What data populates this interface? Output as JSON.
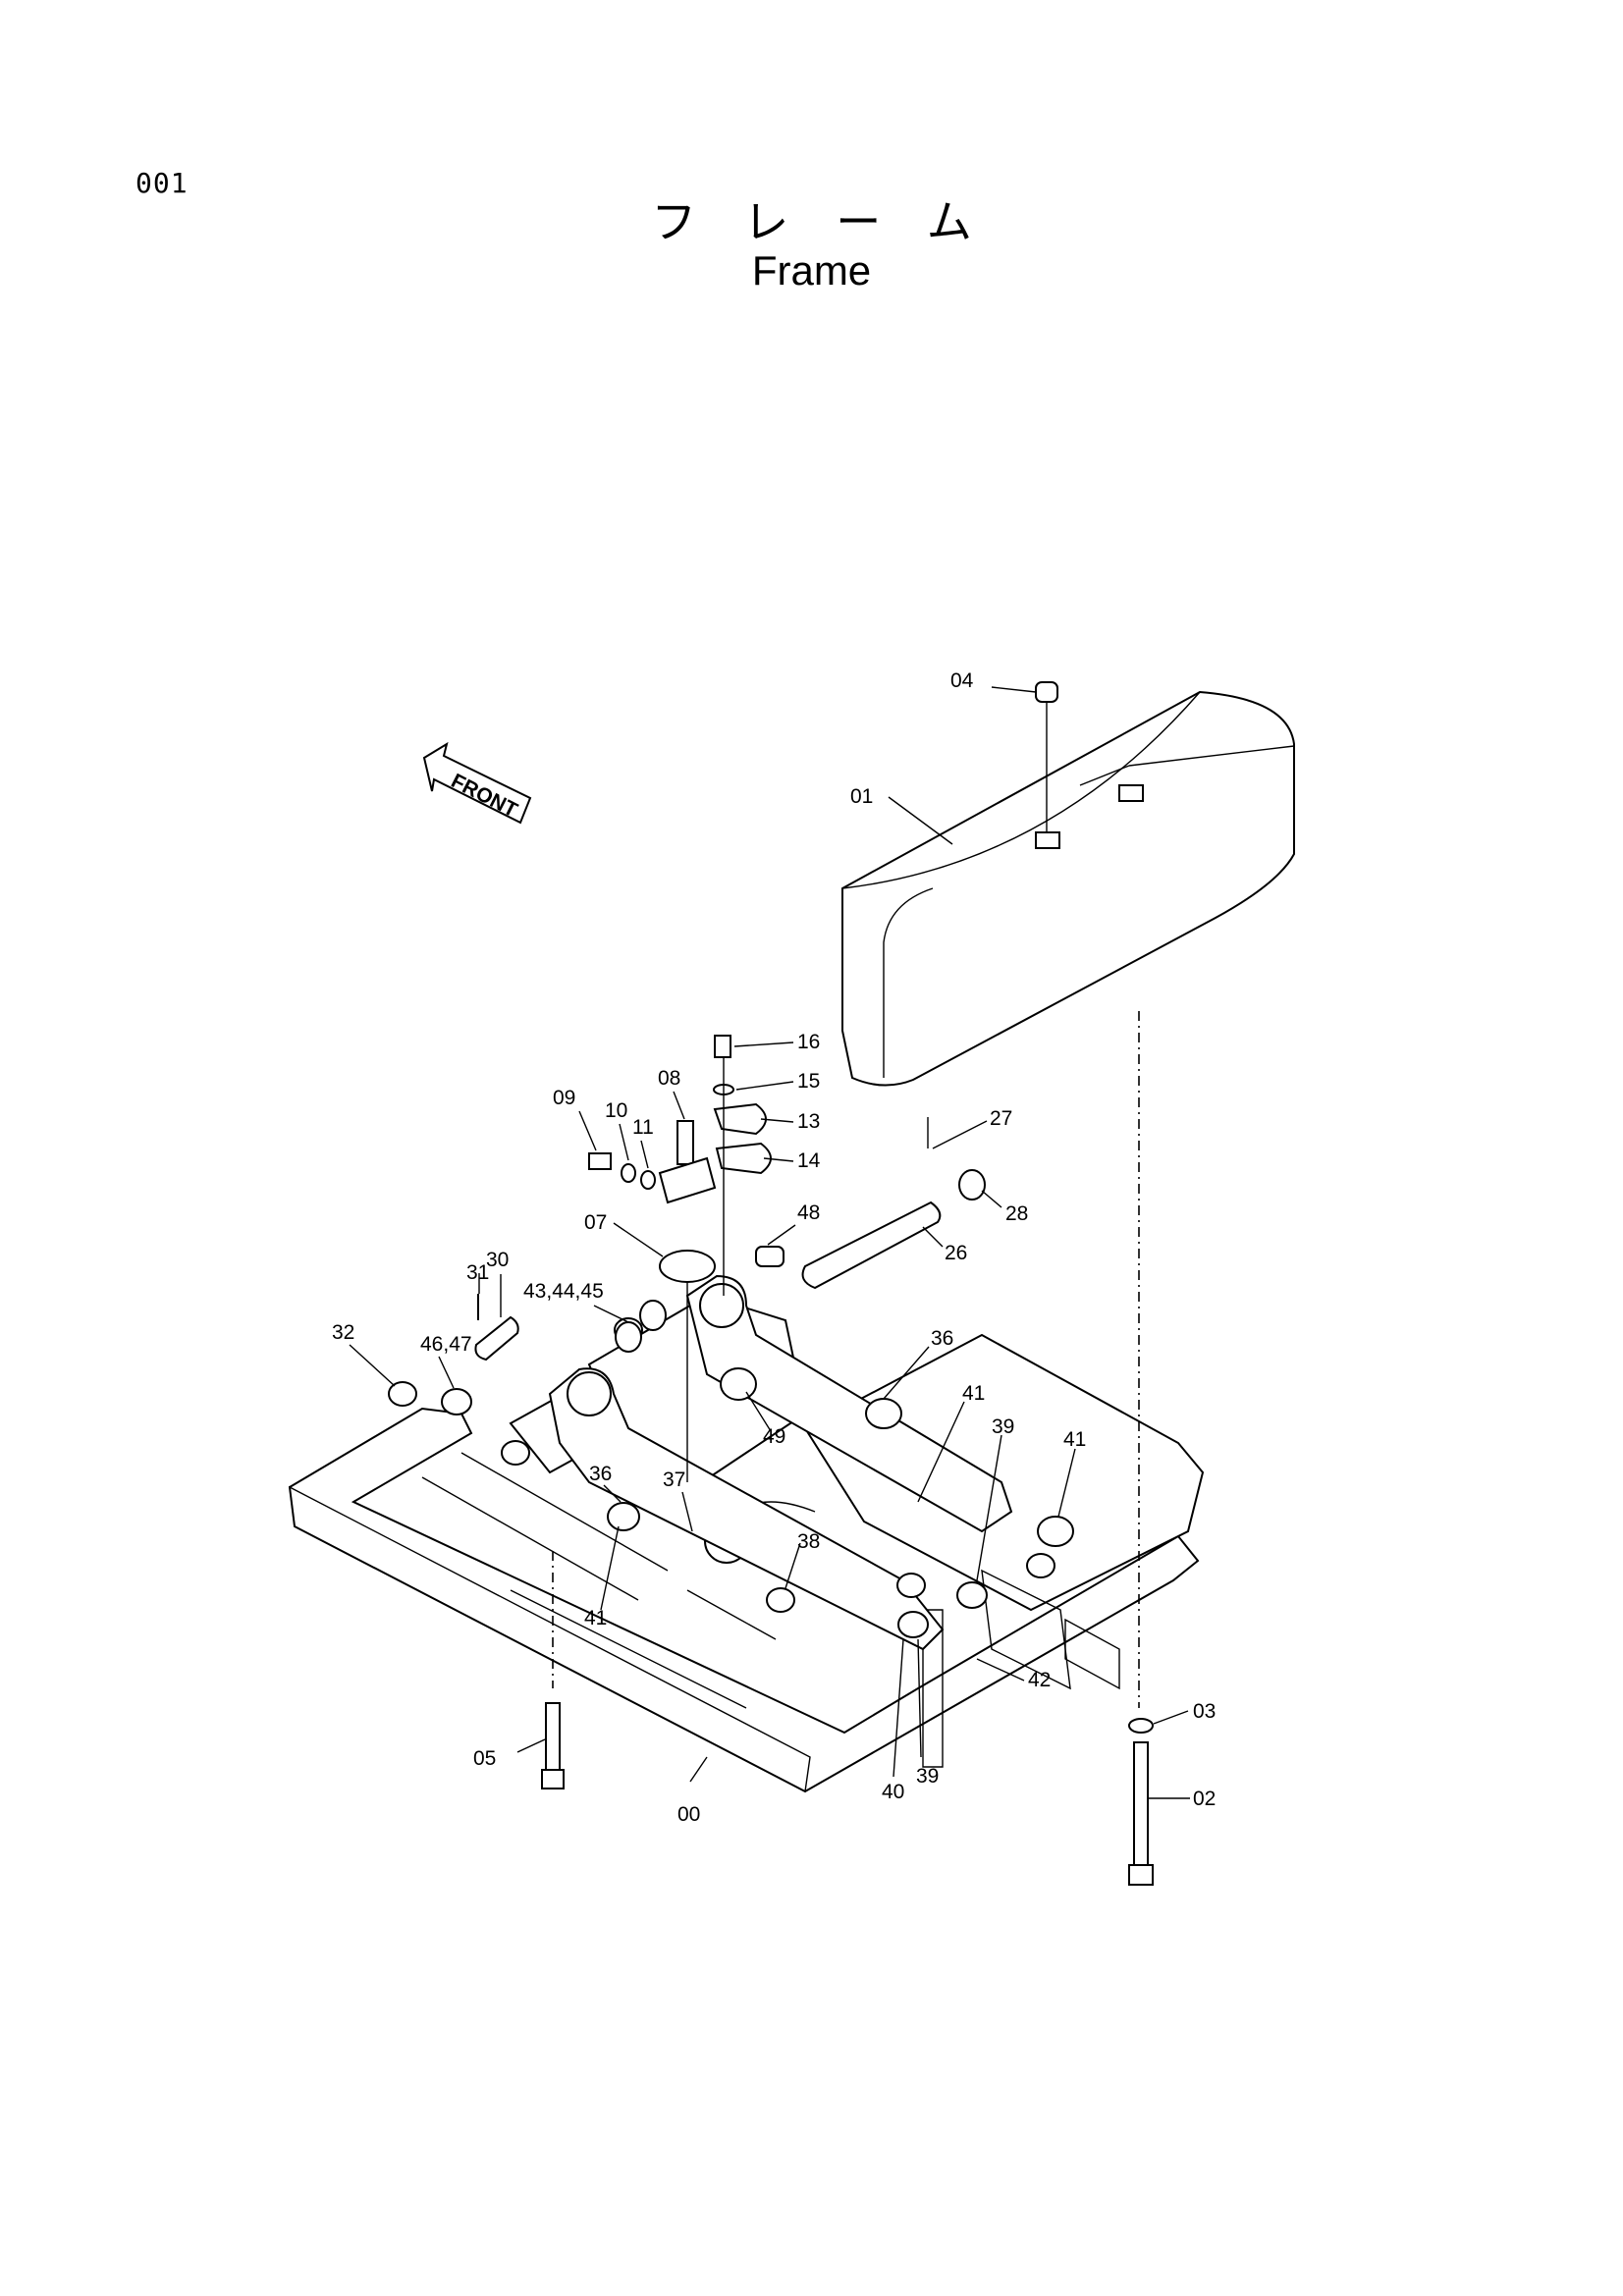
{
  "header": {
    "page_number": "001",
    "title_jp": "フレーム",
    "title_en": "Frame"
  },
  "front_arrow": {
    "label": "FRONT"
  },
  "callouts": [
    {
      "id": "c04",
      "text": "04"
    },
    {
      "id": "c01",
      "text": "01"
    },
    {
      "id": "c16",
      "text": "16"
    },
    {
      "id": "c15",
      "text": "15"
    },
    {
      "id": "c13",
      "text": "13"
    },
    {
      "id": "c14",
      "text": "14"
    },
    {
      "id": "c09",
      "text": "09"
    },
    {
      "id": "c10",
      "text": "10"
    },
    {
      "id": "c11",
      "text": "11"
    },
    {
      "id": "c08",
      "text": "08"
    },
    {
      "id": "c07",
      "text": "07"
    },
    {
      "id": "c48",
      "text": "48"
    },
    {
      "id": "c27",
      "text": "27"
    },
    {
      "id": "c28",
      "text": "28"
    },
    {
      "id": "c26",
      "text": "26"
    },
    {
      "id": "c31",
      "text": "31"
    },
    {
      "id": "c30",
      "text": "30"
    },
    {
      "id": "c43",
      "text": "43,44,45"
    },
    {
      "id": "c32",
      "text": "32"
    },
    {
      "id": "c46",
      "text": "46,47"
    },
    {
      "id": "c36a",
      "text": "36"
    },
    {
      "id": "c49",
      "text": "49"
    },
    {
      "id": "c41a",
      "text": "41"
    },
    {
      "id": "c39a",
      "text": "39"
    },
    {
      "id": "c41b",
      "text": "41"
    },
    {
      "id": "c36b",
      "text": "36"
    },
    {
      "id": "c37",
      "text": "37"
    },
    {
      "id": "c38",
      "text": "38"
    },
    {
      "id": "c41c",
      "text": "41"
    },
    {
      "id": "c42",
      "text": "42"
    },
    {
      "id": "c03",
      "text": "03"
    },
    {
      "id": "c02",
      "text": "02"
    },
    {
      "id": "c05",
      "text": "05"
    },
    {
      "id": "c00",
      "text": "00"
    },
    {
      "id": "c40",
      "text": "40"
    },
    {
      "id": "c39b",
      "text": "39"
    }
  ]
}
